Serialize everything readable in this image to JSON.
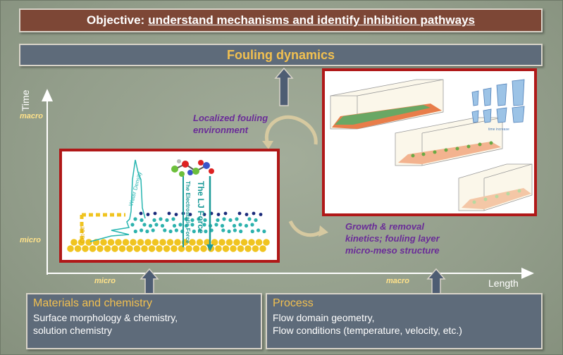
{
  "objective": {
    "lead": "Objective:",
    "text": "understand mechanisms and identify inhibition pathways"
  },
  "fouling_dynamics": "Fouling dynamics",
  "axes": {
    "y_label": "Time",
    "x_label": "Length",
    "y_ticks": [
      "macro",
      "micro"
    ],
    "x_ticks": [
      "micro",
      "macro"
    ]
  },
  "annotations": {
    "localized": [
      "Localized  fouling",
      "environment"
    ],
    "growth": [
      "Growth & removal",
      "kinetics; fouling layer",
      "micro-meso structure"
    ]
  },
  "micro_panel": {
    "water_density": "Water Density",
    "cut_off": "Cut-off",
    "electrostatic": "The Electrostatic Force",
    "lj_force": "The LJ Force"
  },
  "macro_panel": {
    "time_increase": "time increase"
  },
  "materials": {
    "title": "Materials and chemistry",
    "lines": [
      "Surface morphology & chemistry,",
      "solution chemistry"
    ]
  },
  "process": {
    "title": "Process",
    "lines": [
      "Flow domain geometry,",
      "Flow conditions (temperature, velocity, etc.)"
    ]
  },
  "colors": {
    "objective_bg": "#7d4736",
    "box_bg": "#5e6b7a",
    "title_accent": "#f2c050",
    "panel_border": "#b01818",
    "annotation": "#6a2c98",
    "arrow": "#4e5d73"
  }
}
